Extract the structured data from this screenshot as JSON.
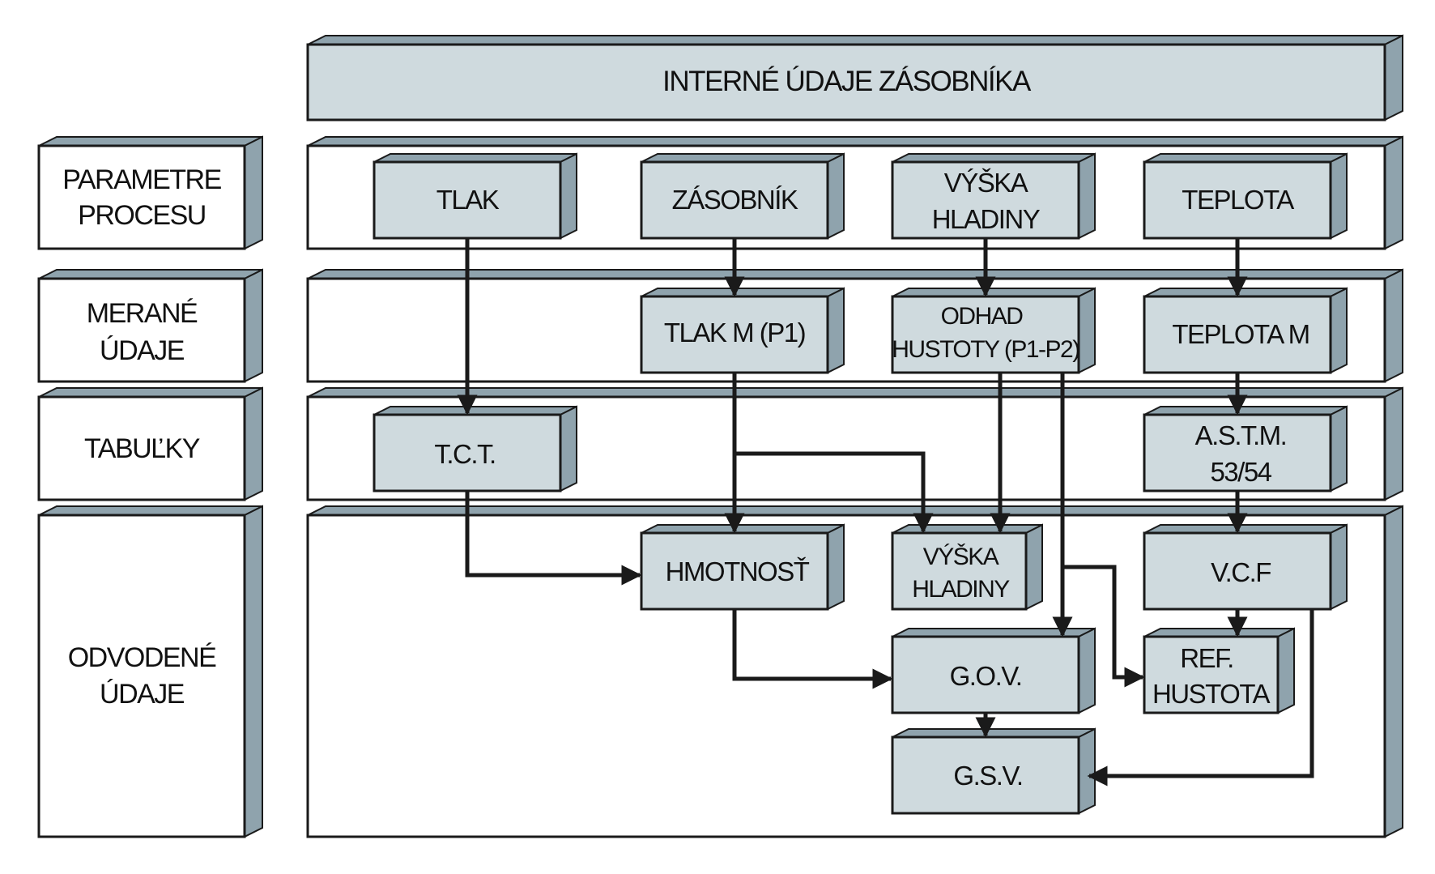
{
  "title": "INTERNÉ ÚDAJE ZÁSOBNÍKA",
  "lanes": {
    "process": [
      "PARAMETRE",
      "PROCESU"
    ],
    "measured": [
      "MERANÉ",
      "ÚDAJE"
    ],
    "tables": [
      "TABUĽKY"
    ],
    "derived": [
      "ODVODENÉ",
      "ÚDAJE"
    ]
  },
  "boxes": {
    "tlak": [
      "TLAK"
    ],
    "zasobnik": [
      "ZÁSOBNÍK"
    ],
    "vyska": [
      "VÝŠKA",
      "HLADINY"
    ],
    "teplota": [
      "TEPLOTA"
    ],
    "tlak_m": [
      "TLAK M (P1)"
    ],
    "odhad": [
      "ODHAD",
      "HUSTOTY (P1-P2)"
    ],
    "teplota_m": [
      "TEPLOTA M"
    ],
    "tct": [
      "T.C.T."
    ],
    "astm": [
      "A.S.T.M.",
      "53/54"
    ],
    "hmotnost": [
      "HMOTNOSŤ"
    ],
    "vyska2": [
      "VÝŠKA",
      "HLADINY"
    ],
    "vcf": [
      "V.C.F"
    ],
    "gov": [
      "G.O.V."
    ],
    "ref": [
      "REF.",
      "HUSTOTA"
    ],
    "gsv": [
      "G.S.V."
    ]
  },
  "colors": {
    "box_fill": "#cfdade",
    "box_side": "#8fa3ad",
    "frame_fill": "#ffffff",
    "frame_side": "#8fa3ad",
    "stroke": "#1a1a1a"
  }
}
